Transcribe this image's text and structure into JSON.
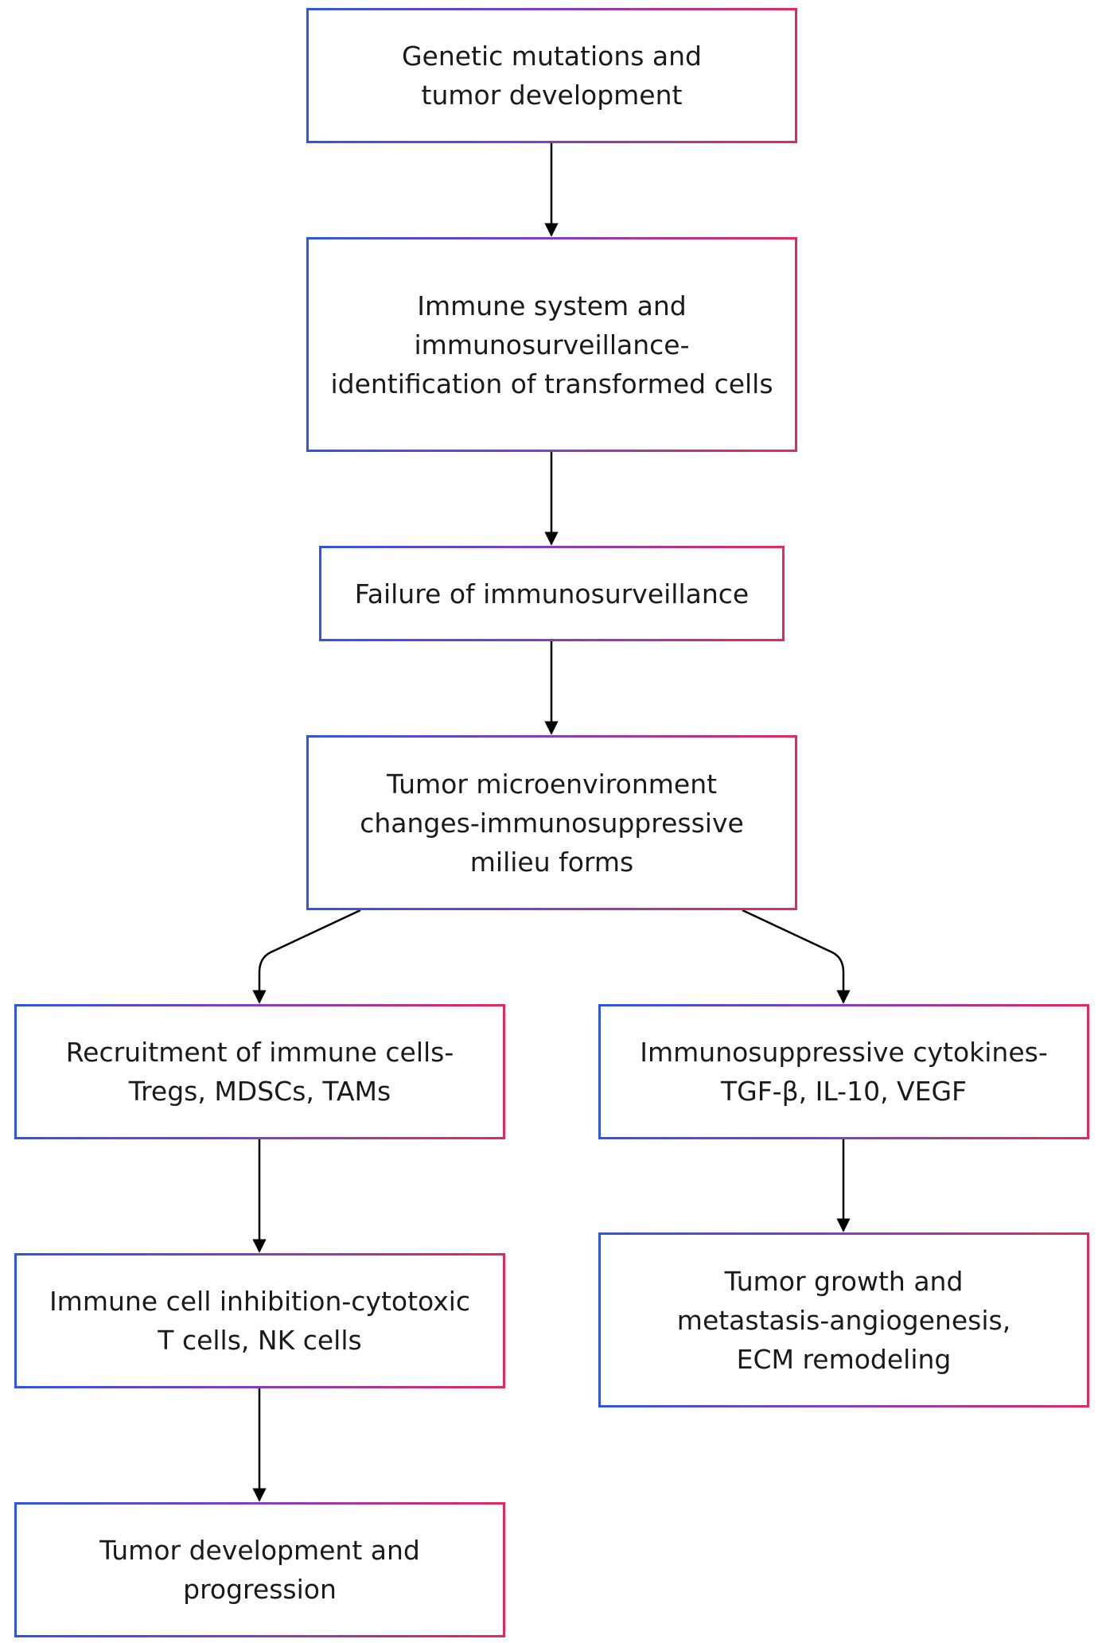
{
  "nodes": {
    "genetic_mutations": "Genetic mutations and tumor development",
    "immune_system": "Immune system and immunosurveillance-identification of transformed cells",
    "failure": "Failure of immunosurveillance",
    "microenvironment": "Tumor microenvironment changes-immunosuppressive milieu forms",
    "recruitment": "Recruitment of immune cells-Tregs, MDSCs, TAMs",
    "cytokines": "Immunosuppressive cytokines-TGF-β, IL-10, VEGF",
    "inhibition": "Immune cell inhibition-cytotoxic T cells, NK cells",
    "growth": "Tumor growth and metastasis-angiogenesis, ECM remodeling",
    "progression": "Tumor development and progression"
  },
  "edges": [
    {
      "from": "genetic_mutations",
      "to": "immune_system"
    },
    {
      "from": "immune_system",
      "to": "failure"
    },
    {
      "from": "failure",
      "to": "microenvironment"
    },
    {
      "from": "microenvironment",
      "to": "recruitment"
    },
    {
      "from": "microenvironment",
      "to": "cytokines"
    },
    {
      "from": "recruitment",
      "to": "inhibition"
    },
    {
      "from": "cytokines",
      "to": "growth"
    },
    {
      "from": "inhibition",
      "to": "progression"
    }
  ],
  "colors": {
    "border_start": "#2f55e6",
    "border_mid": "#7a3fd0",
    "border_end": "#e8285a",
    "arrow": "#000000",
    "text": "#1a1a1a"
  }
}
